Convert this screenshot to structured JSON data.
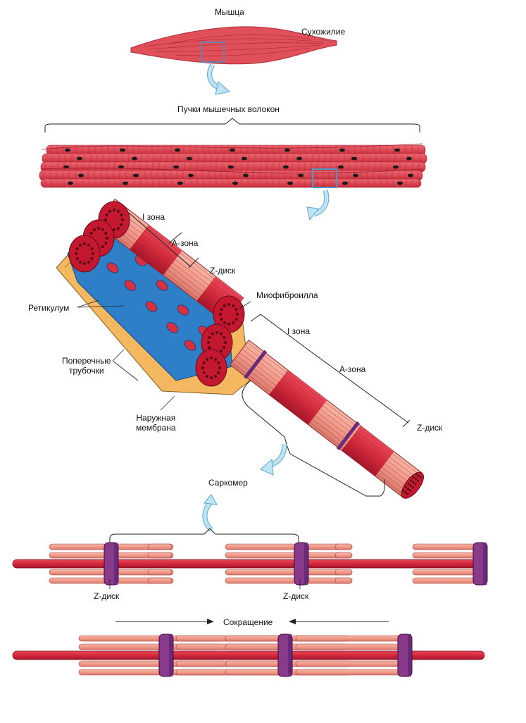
{
  "labels": {
    "muscle": "Мышца",
    "tendon": "Сухожилие",
    "bundles": "Пучки мышечных волокон",
    "i_zone_top": "I зона",
    "a_zone_top": "А-зона",
    "z_disc_top": "Z-диск",
    "myofibril": "Миофиброилла",
    "reticulum": "Ретикулум",
    "t_tubules": "Поперечные\nтрубочки",
    "outer_membrane": "Наружная\nмембрана",
    "i_zone_mid": "I зона",
    "a_zone_mid": "А-зона",
    "z_disc_mid": "Z-диск",
    "sarcomere": "Саркомер",
    "z_disc_left": "Z-диск",
    "z_disc_right": "Z-диск",
    "contraction": "Сокращение"
  },
  "colors": {
    "muscle_red": "#e0505a",
    "fiber_red": "#d93a48",
    "dark_red": "#b3122a",
    "pink": "#f0a0a0",
    "salmon": "#f4a890",
    "reticulum_blue": "#2f7fc8",
    "membrane_orange": "#f4b860",
    "z_purple": "#6a2a7a",
    "arrow_blue": "#a8d8ec"
  }
}
